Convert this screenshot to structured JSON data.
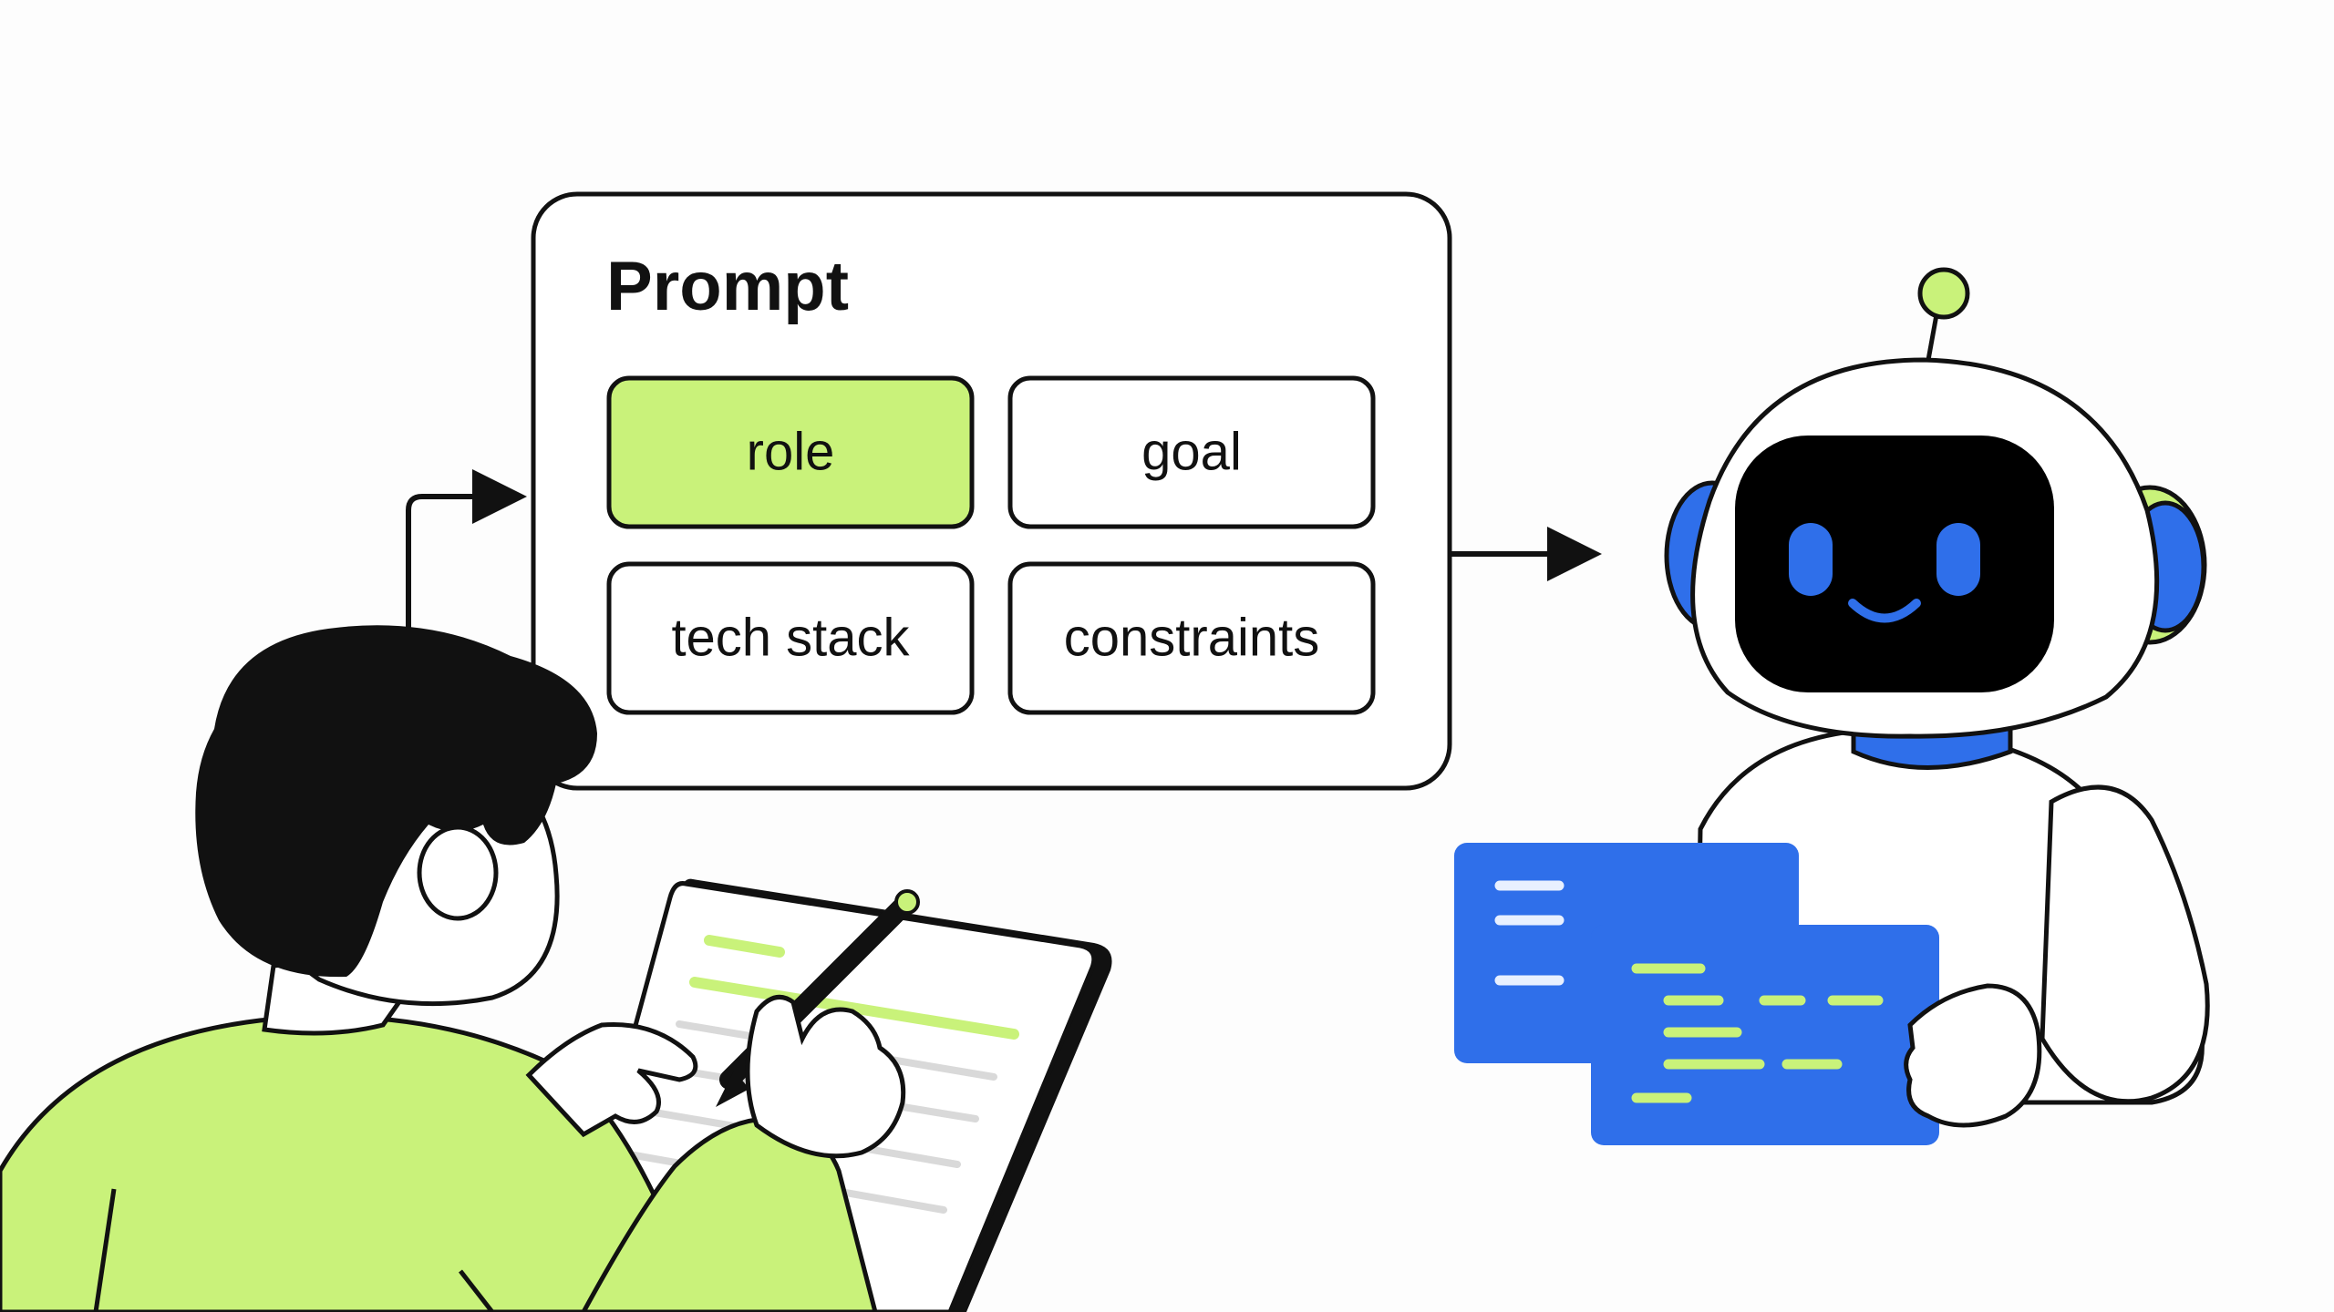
{
  "prompt": {
    "title": "Prompt",
    "chips": [
      {
        "label": "role",
        "highlighted": true
      },
      {
        "label": "goal",
        "highlighted": false
      },
      {
        "label": "tech stack",
        "highlighted": false
      },
      {
        "label": "constraints",
        "highlighted": false
      }
    ]
  },
  "colors": {
    "accent_green": "#c9f27a",
    "accent_blue": "#2f6fea",
    "ink": "#111111",
    "background": "#fdfdfd"
  },
  "icons": {
    "person": "person-writing-icon",
    "robot": "robot-assistant-icon",
    "code": "code-window-icon"
  }
}
